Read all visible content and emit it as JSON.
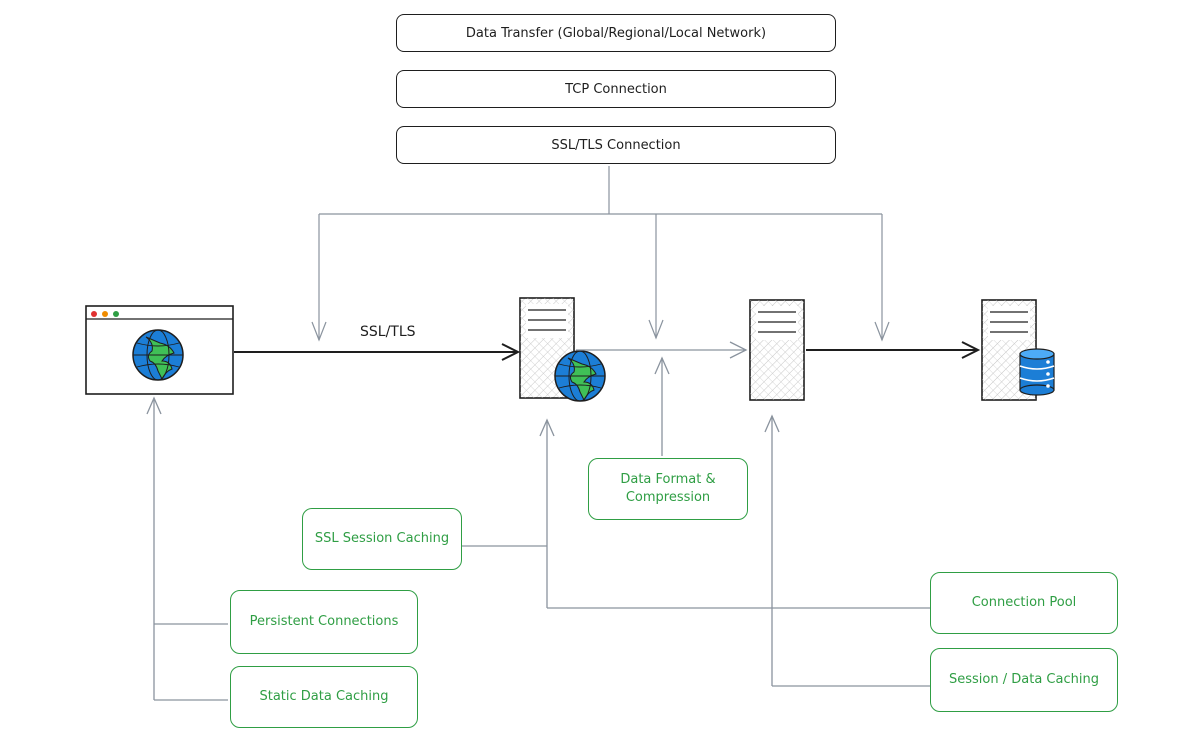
{
  "top_stack": {
    "data_transfer": "Data Transfer (Global/Regional/Local Network)",
    "tcp": "TCP Connection",
    "ssl_tls": "SSL/TLS Connection"
  },
  "edge_label": "SSL/TLS",
  "optimizations": {
    "format_line1": "Data Format &",
    "format_line2": "Compression",
    "ssl_session_caching": "SSL Session Caching",
    "persistent_connections": "Persistent Connections",
    "static_data_caching": "Static Data Caching",
    "connection_pool": "Connection Pool",
    "session_data_caching": "Session / Data Caching"
  },
  "colors": {
    "ink": "#1e1e1e",
    "green": "#2f9e44",
    "connector": "#8a939e",
    "globe_blue": "#1971c2",
    "globe_green": "#40c057",
    "db_blue": "#1c7ed6"
  },
  "icons": {
    "browser": "browser-window-icon",
    "globe": "globe-icon",
    "server": "server-icon",
    "database": "database-icon"
  }
}
